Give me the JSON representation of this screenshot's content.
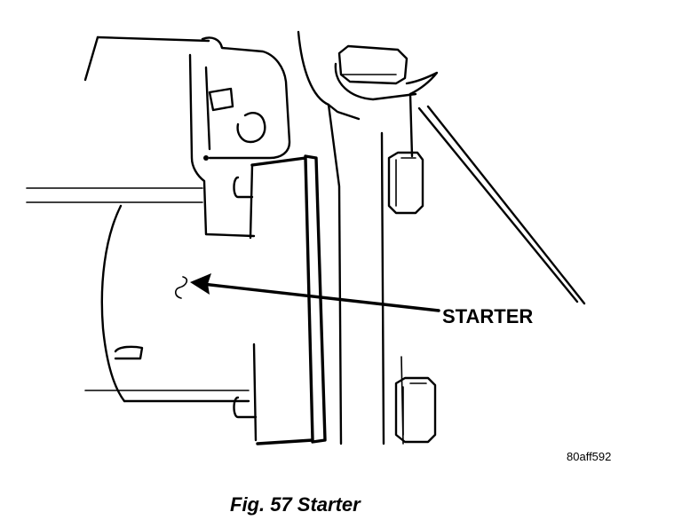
{
  "callout": {
    "label": "STARTER"
  },
  "figure_code": "80aff592",
  "caption": "Fig. 57 Starter",
  "colors": {
    "ink": "#000000",
    "paper": "#ffffff"
  }
}
